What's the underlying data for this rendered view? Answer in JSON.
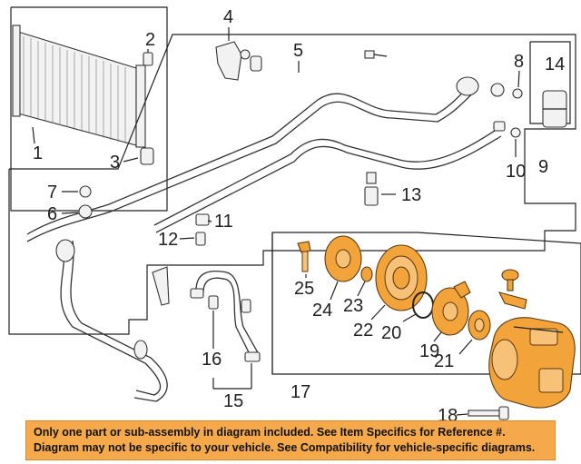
{
  "callouts": [
    "1",
    "2",
    "3",
    "4",
    "5",
    "6",
    "7",
    "8",
    "9",
    "10",
    "11",
    "12",
    "13",
    "14",
    "15",
    "16",
    "17",
    "18",
    "19",
    "20",
    "21",
    "22",
    "23",
    "24",
    "25"
  ],
  "colors": {
    "highlight": "#f2a33a",
    "banner_bg": "#f6a94a"
  },
  "banner": {
    "line1": "Only one part or sub-assembly in diagram included. See Item Specifics for Reference #.",
    "line2": "Diagram may not be specific to your vehicle. See Compatibility for vehicle-specific diagrams."
  }
}
